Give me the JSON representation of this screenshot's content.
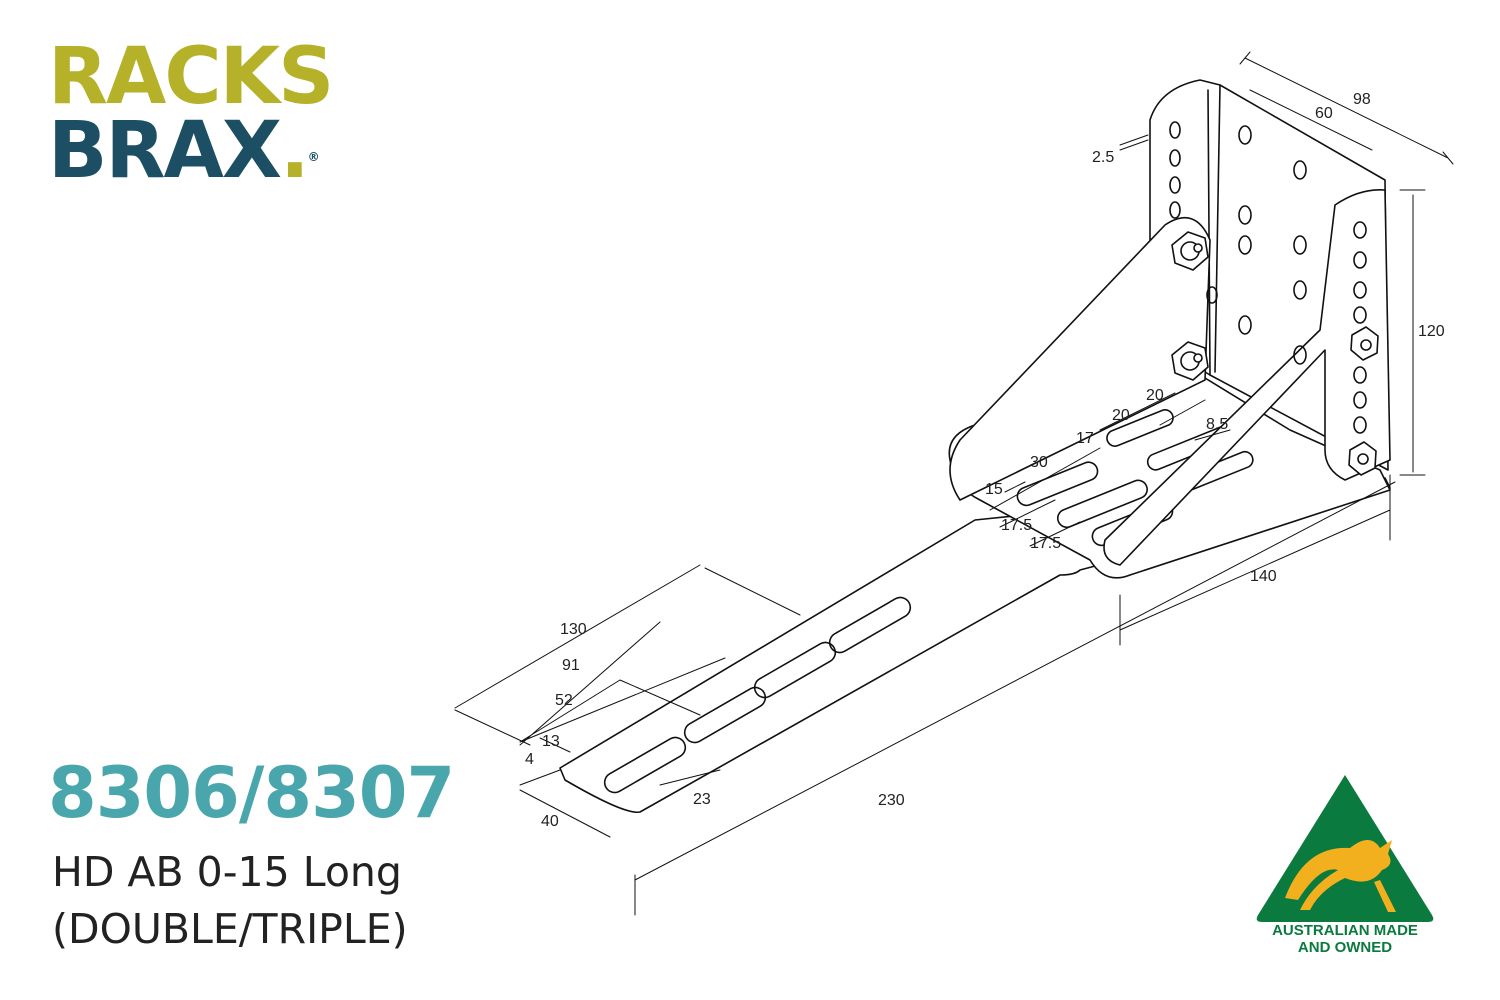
{
  "brand": {
    "line1": "RACKS",
    "line2": "BRAX",
    "registered": "®",
    "dot": ".",
    "colors": {
      "primary": "#b5b22a",
      "secondary": "#1c4f63"
    }
  },
  "product": {
    "part_number": "8306/8307",
    "name": "HD AB 0-15 Long",
    "variant": "(DOUBLE/TRIPLE)",
    "accent": "#4aa6ad"
  },
  "dimensions": {
    "d98": "98",
    "d60": "60",
    "d2_5": "2.5",
    "d120": "120",
    "d20a": "20",
    "d20b": "20",
    "d17": "17",
    "d8_5": "8.5",
    "d30": "30",
    "d15": "15",
    "d17_5a": "17.5",
    "d17_5b": "17.5",
    "d140": "140",
    "d130": "130",
    "d91": "91",
    "d52": "52",
    "d13": "13",
    "d4": "4",
    "d23": "23",
    "d40": "40",
    "d230": "230"
  },
  "badge": {
    "line1": "AUSTRALIAN MADE",
    "line2": "AND OWNED",
    "icon": "kangaroo-triangle-icon",
    "colors": {
      "green": "#0b7a3e",
      "gold": "#f2b01e"
    }
  }
}
